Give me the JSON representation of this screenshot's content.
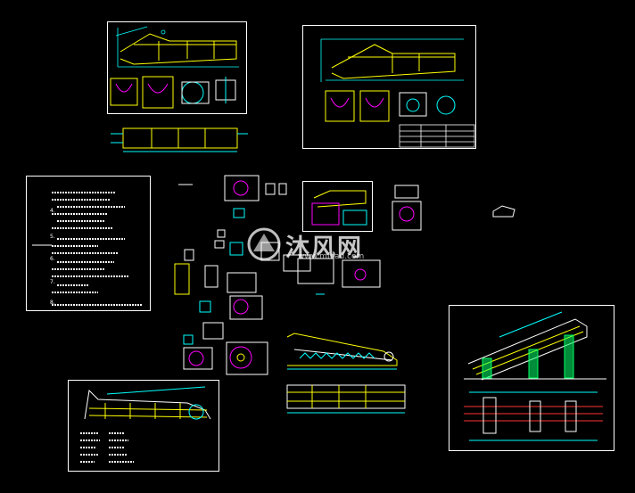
{
  "watermark": {
    "name": "沐风网",
    "url": "www.mfcad.com"
  },
  "notes_sheet": {
    "visible_fragments": [
      "4.",
      "5.",
      "6.",
      "7.",
      "8."
    ]
  },
  "colors": {
    "background": "#000000",
    "frame": "#ffffff",
    "structure": "#ffff00",
    "dimension": "#00ffff",
    "part": "#ff00ff",
    "support": "#00ff66",
    "shaft": "#ff3333"
  }
}
